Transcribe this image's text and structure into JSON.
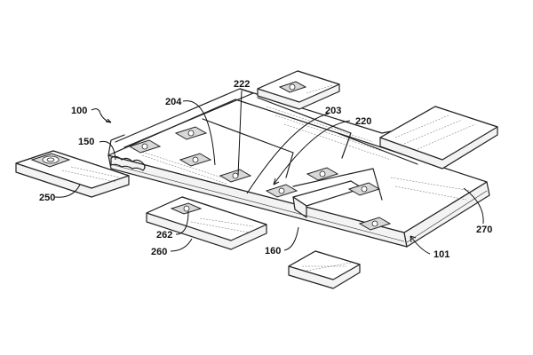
{
  "figure": {
    "title": "Modular device exploded view",
    "reference_numerals": {
      "device": "100",
      "frame": "101",
      "edge_connector": "150",
      "frame_rail": "160",
      "module_slot_a": "203",
      "module_slot_b": "204",
      "interface_region": "220",
      "interface_connector": "222",
      "camera_module": "250",
      "module_260": "260",
      "module_connector": "262",
      "display_module": "270"
    }
  }
}
